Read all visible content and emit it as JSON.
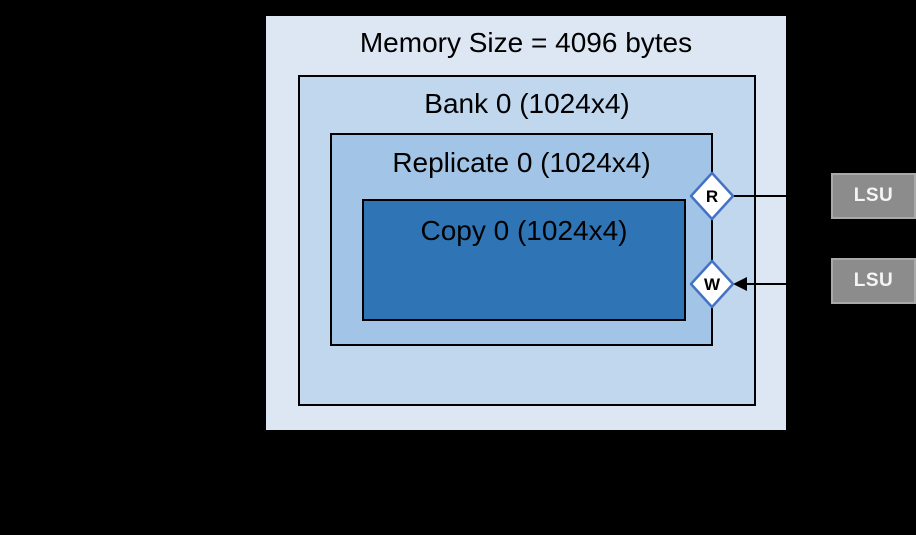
{
  "boxes": {
    "memory": {
      "label": "Memory Size = 4096 bytes"
    },
    "bank": {
      "label": "Bank 0 (1024x4)"
    },
    "replicate": {
      "label": "Replicate 0 (1024x4)"
    },
    "copy": {
      "label": "Copy 0 (1024x4)"
    }
  },
  "ports": {
    "read_label": "R",
    "write_label": "W"
  },
  "lsu_units": [
    {
      "label": "LSU"
    },
    {
      "label": "LSU"
    }
  ],
  "colors": {
    "background": "#000000",
    "memory_fill": "#dde7f3",
    "bank_fill": "#c1d7ee",
    "replicate_fill": "#a2c4e6",
    "copy_fill": "#2f75b6",
    "box_border": "#000000",
    "diamond_fill": "#ffffff",
    "diamond_border": "#4472c4",
    "port_text": "#000000",
    "connector": "#000000",
    "lsu_fill": "#8c8c8c",
    "lsu_border": "#a9a9a9",
    "lsu_text": "#f5f5f5"
  }
}
